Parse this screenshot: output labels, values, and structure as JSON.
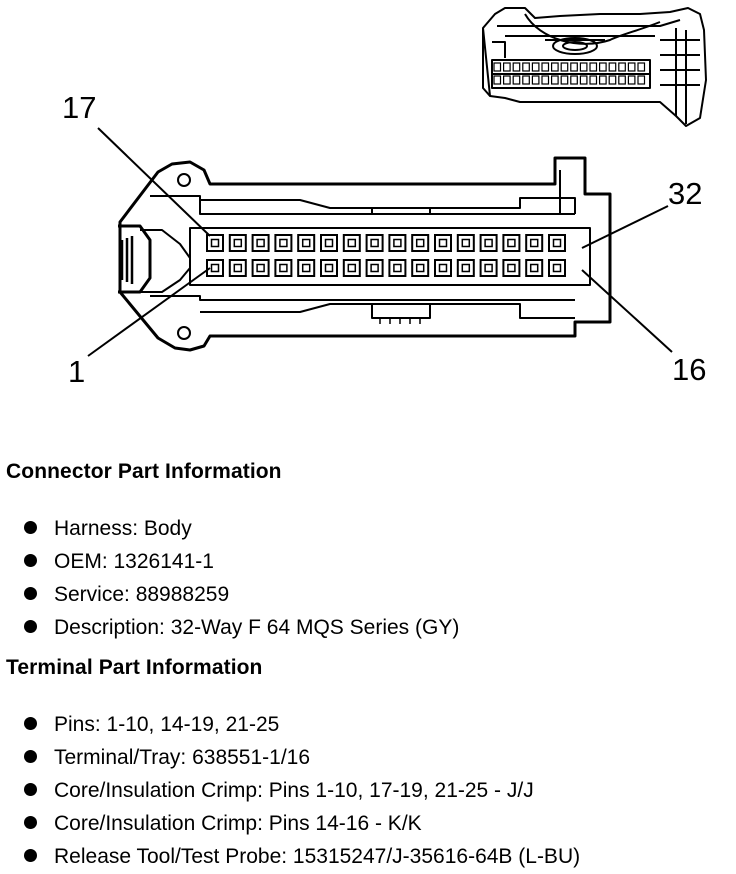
{
  "diagram": {
    "pin_labels": {
      "top_left": "17",
      "bottom_left": "1",
      "top_right": "32",
      "bottom_right": "16"
    },
    "pin_rows": 2,
    "pins_per_row": 16
  },
  "connector_section": {
    "title": "Connector Part Information",
    "items": [
      "Harness: Body",
      "OEM: 1326141-1",
      "Service: 88988259",
      "Description: 32-Way F 64 MQS Series (GY)"
    ]
  },
  "terminal_section": {
    "title": "Terminal Part Information",
    "items": [
      "Pins: 1-10, 14-19, 21-25",
      "Terminal/Tray: 638551-1/16",
      "Core/Insulation Crimp: Pins 1-10, 17-19, 21-25 - J/J",
      "Core/Insulation Crimp: Pins 14-16 - K/K",
      "Release Tool/Test Probe: 15315247/J-35616-64B (L-BU)"
    ]
  }
}
